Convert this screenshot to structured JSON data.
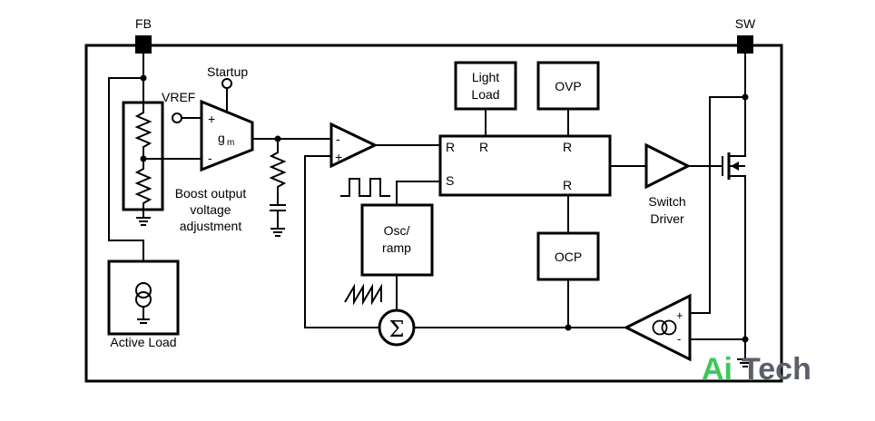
{
  "pins": {
    "fb": "FB",
    "sw": "SW"
  },
  "labels": {
    "vref": "VREF",
    "startup": "Startup",
    "gm": "g",
    "gm_sub": "m",
    "boost_line1": "Boost output",
    "boost_line2": "voltage",
    "boost_line3": "adjustment",
    "active_load": "Active Load",
    "light_load_line1": "Light",
    "light_load_line2": "Load",
    "ovp": "OVP",
    "ocp": "OCP",
    "osc_line1": "Osc/",
    "osc_line2": "ramp",
    "switch_driver_line1": "Switch",
    "switch_driver_line2": "Driver",
    "sigma": "Σ",
    "plus": "+",
    "minus": "-"
  },
  "latch": {
    "r": "R",
    "s": "S"
  },
  "watermark": {
    "ai": "Ai",
    "tech": "Tech"
  },
  "colors": {
    "watermark_green": "#3fc75a",
    "watermark_dark": "#5a5f6a"
  }
}
